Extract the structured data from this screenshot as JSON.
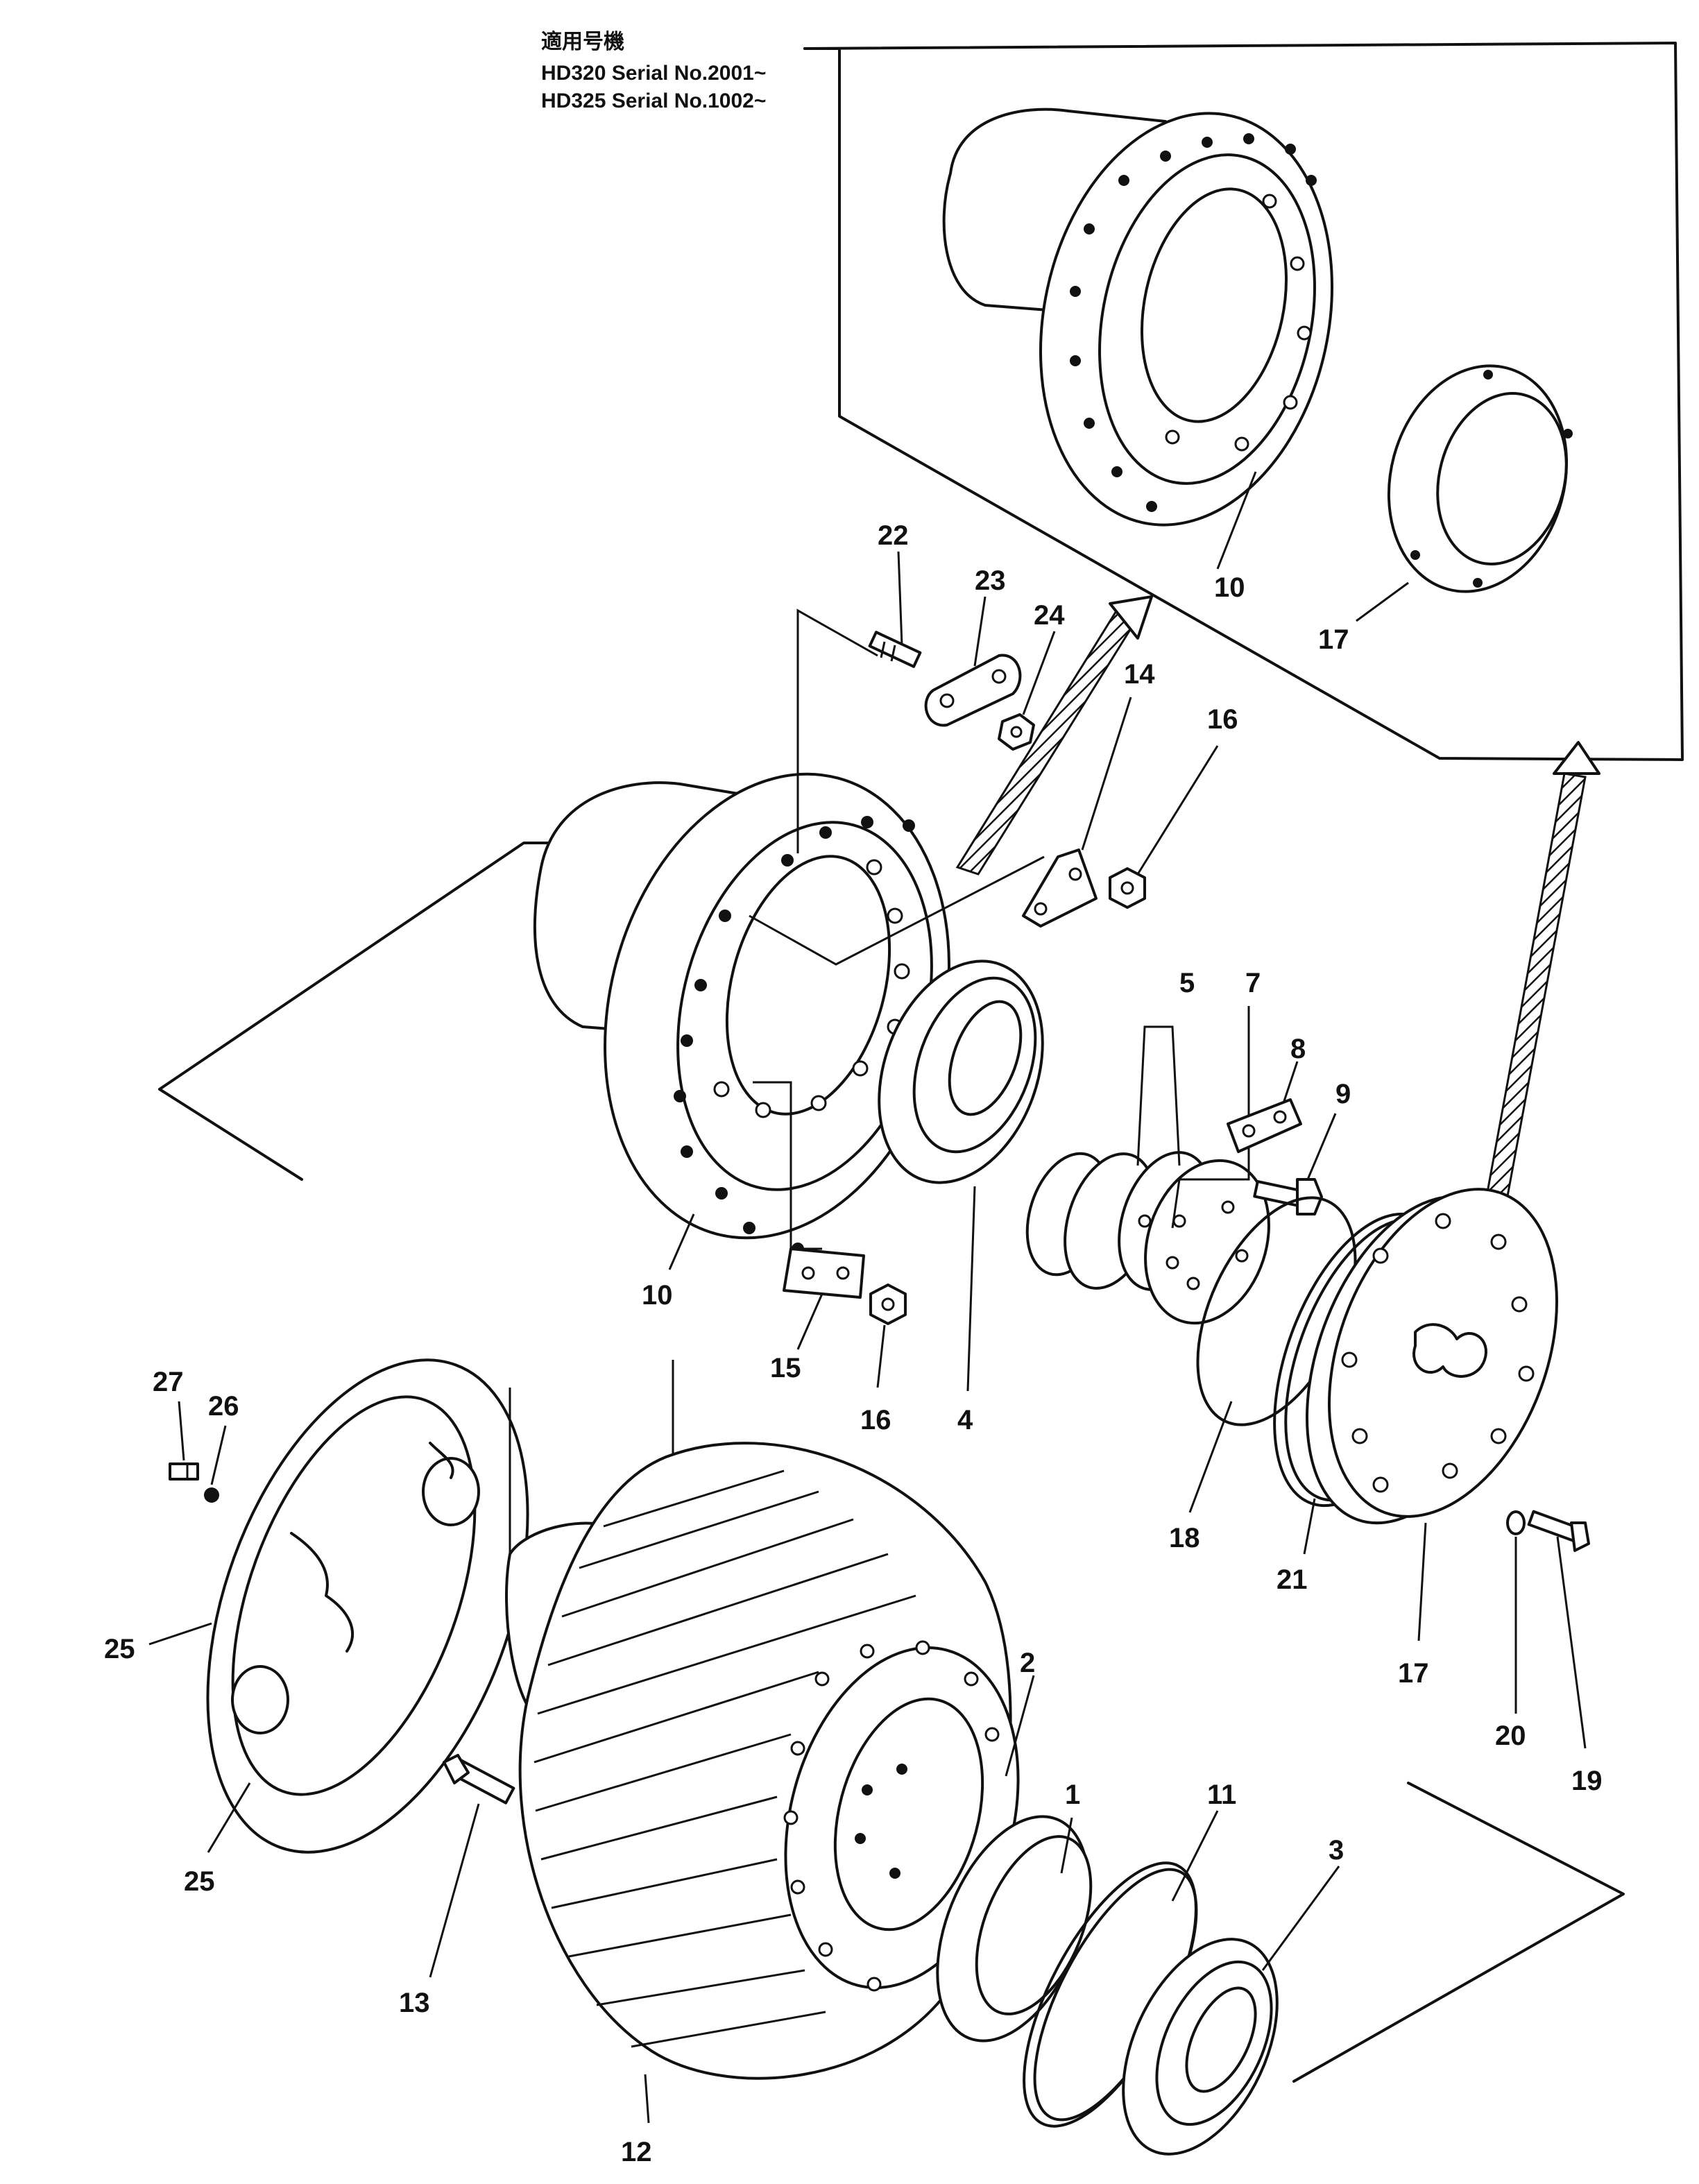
{
  "header": {
    "applicable_models_title": "適用号機",
    "line1": "HD320 Serial No.2001~",
    "line2": "HD325 Serial No.1002~"
  },
  "callouts": {
    "p1": "1",
    "p2": "2",
    "p3": "3",
    "p4": "4",
    "p5": "5",
    "p7": "7",
    "p8": "8",
    "p9": "9",
    "p10_top": "10",
    "p10_main": "10",
    "p11": "11",
    "p12": "12",
    "p13": "13",
    "p14": "14",
    "p15": "15",
    "p16_a": "16",
    "p16_b": "16",
    "p17_top": "17",
    "p17_main": "17",
    "p18": "18",
    "p19": "19",
    "p20": "20",
    "p21": "21",
    "p22": "22",
    "p23": "23",
    "p24": "24",
    "p25_a": "25",
    "p25_b": "25",
    "p26": "26",
    "p27": "27"
  }
}
